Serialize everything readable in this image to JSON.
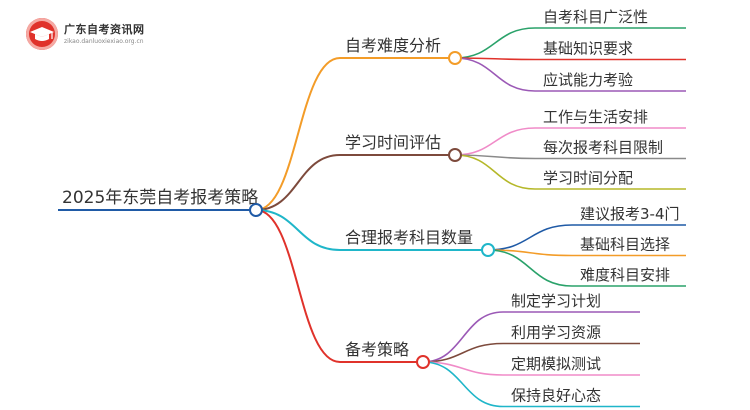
{
  "site": {
    "name": "广东自考资讯网",
    "domain": "zikao.danluoxiexiao.org.cn"
  },
  "mindmap": {
    "root": "2025年东莞自考报考策略",
    "branches": [
      {
        "label": "自考难度分析",
        "color": "#f39c28",
        "children": [
          {
            "label": "自考科目广泛性",
            "color": "#2aa26a"
          },
          {
            "label": "基础知识要求",
            "color": "#e0322b"
          },
          {
            "label": "应试能力考验",
            "color": "#9b59b6"
          }
        ]
      },
      {
        "label": "学习时间评估",
        "color": "#7d4a3c",
        "children": [
          {
            "label": "工作与生活安排",
            "color": "#f08bc8"
          },
          {
            "label": "每次报考科目限制",
            "color": "#8a8a8a"
          },
          {
            "label": "学习时间分配",
            "color": "#b5b829"
          }
        ]
      },
      {
        "label": "合理报考科目数量",
        "color": "#1fb6c9",
        "children": [
          {
            "label": "建议报考3-4门",
            "color": "#1f5aa6"
          },
          {
            "label": "基础科目选择",
            "color": "#f39c28"
          },
          {
            "label": "难度科目安排",
            "color": "#2aa26a"
          }
        ]
      },
      {
        "label": "备考策略",
        "color": "#e0322b",
        "children": [
          {
            "label": "制定学习计划",
            "color": "#9b59b6"
          },
          {
            "label": "利用学习资源",
            "color": "#7d4a3c"
          },
          {
            "label": "定期模拟测试",
            "color": "#f08bc8"
          },
          {
            "label": "保持良好心态",
            "color": "#1fb6c9"
          }
        ]
      }
    ]
  }
}
